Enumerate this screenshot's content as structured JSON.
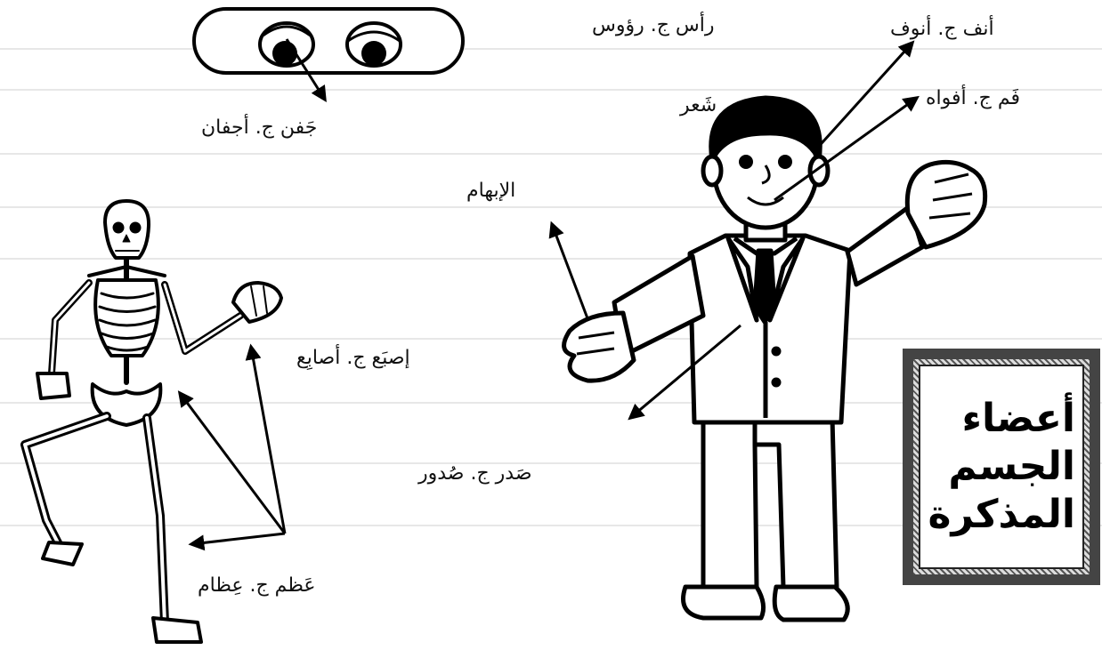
{
  "labels": {
    "nose": "أنف ج. أنوف",
    "head": "رأس ج. رؤوس",
    "mouth": "فَم ج. أفواه",
    "hair": "شَعر",
    "eyelid": "جَفن ج. أجفان",
    "thumb": "الإبهام",
    "finger": "إصبَع ج. أصابِع",
    "chest": "صَدر ج. صُدور",
    "bone": "عَظم ج. عِظام"
  },
  "title": {
    "line1": "أعضاء",
    "line2": "الجسم",
    "line3": "المذكرة"
  }
}
